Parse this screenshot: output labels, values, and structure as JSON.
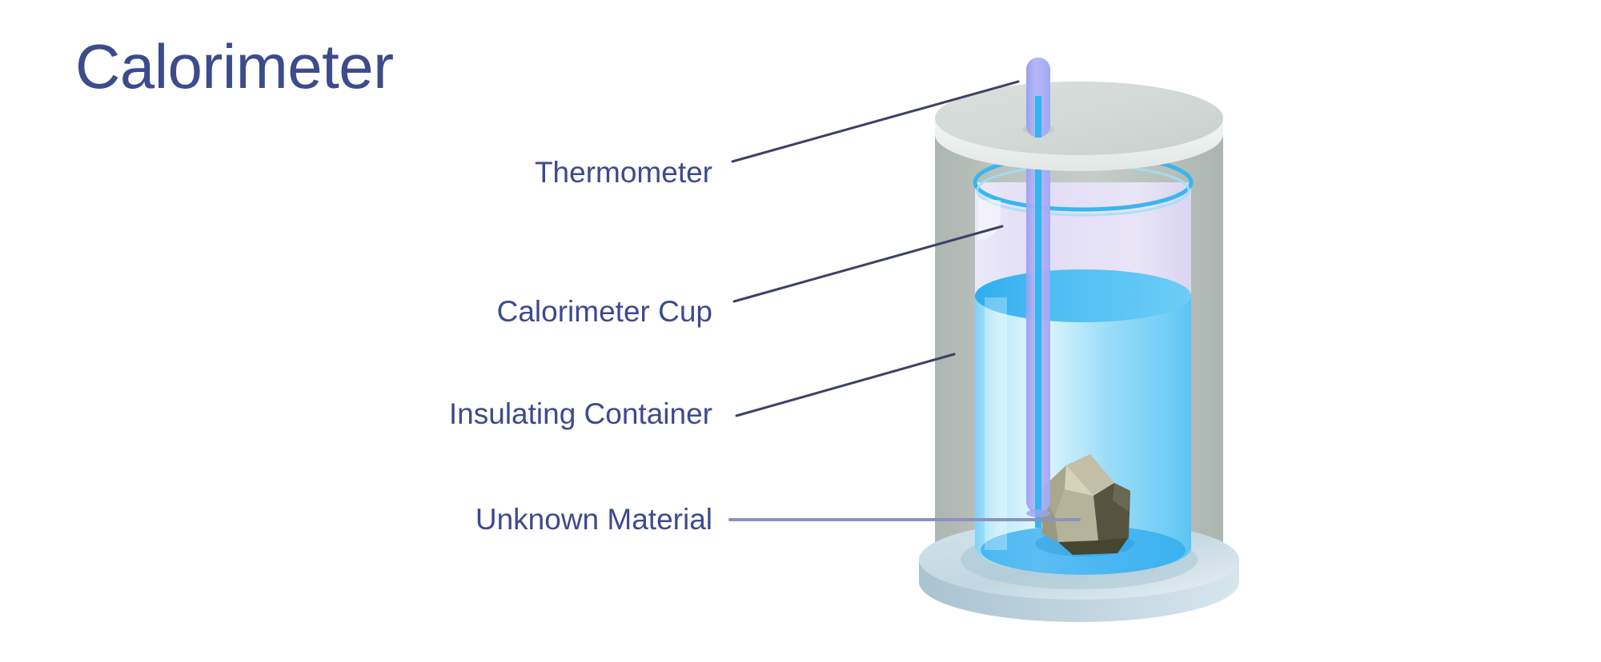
{
  "title": "Calorimeter",
  "colors": {
    "text_navy": "#3c4b8c",
    "leader_line": "#3d4166",
    "leader_line_solid": "#8b93bd",
    "background": "#ffffff",
    "insulating_container_wall": "#b0b9b5",
    "insulating_container_wall_light": "#c6cdca",
    "lid_top": "#d2d8d6",
    "lid_rim": "#eef1f0",
    "base_top": "#c9dbe4",
    "base_side": "#b4cad5",
    "cup_glass": "#e8e3fa",
    "cup_rim": "#38b6f0",
    "water_surface": "#3fb8f2",
    "water_body_light": "#d7f2fd",
    "water_body": "#84d6f7",
    "thermometer_tube": "#aeb2f5",
    "thermometer_fluid": "#33b5f2",
    "rock_light": "#b8b6a0",
    "rock_mid": "#8f8e74",
    "rock_dark": "#55533d",
    "rock_darkest": "#46452f"
  },
  "labels": [
    {
      "id": "thermometer",
      "text": "Thermometer",
      "icon": "leader-line-icon"
    },
    {
      "id": "cup",
      "text": "Calorimeter Cup",
      "icon": "leader-line-icon"
    },
    {
      "id": "insulating",
      "text": "Insulating Container",
      "icon": "leader-line-icon"
    },
    {
      "id": "unknown",
      "text": "Unknown Material",
      "icon": "leader-line-icon"
    }
  ],
  "diagram": {
    "name": "calorimeter-cross-section",
    "parts": [
      "insulating-container",
      "calorimeter-cup",
      "water",
      "thermometer",
      "unknown-material-rock",
      "lid",
      "base"
    ]
  }
}
